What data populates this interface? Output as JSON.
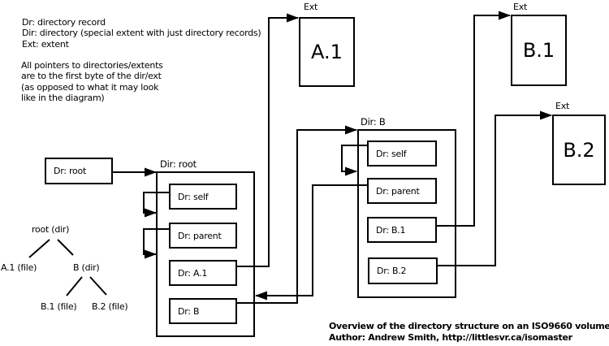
{
  "legend": {
    "line1": "Dr: directory record",
    "line2": "Dir: directory (special extent with just directory records)",
    "line3": "Ext: extent",
    "note1": "All pointers to directories/extents",
    "note2": "are to the first byte of the dir/ext",
    "note3": "(as opposed to what it may look",
    "note4": "like in the diagram)"
  },
  "boxes": {
    "dr_root": "Dr: root",
    "dir_root": {
      "title": "Dir: root",
      "entries": [
        "Dr: self",
        "Dr: parent",
        "Dr: A.1",
        "Dr: B"
      ]
    },
    "dir_b": {
      "title": "Dir: B",
      "entries": [
        "Dr: self",
        "Dr: parent",
        "Dr: B.1",
        "Dr: B.2"
      ]
    },
    "extents": [
      {
        "tag": "Ext",
        "label": "A.1"
      },
      {
        "tag": "Ext",
        "label": "B.1"
      },
      {
        "tag": "Ext",
        "label": "B.2"
      }
    ]
  },
  "tree": {
    "root": "root (dir)",
    "children": [
      "A.1 (file)",
      "B (dir)"
    ],
    "b_children": [
      "B.1 (file)",
      "B.2 (file)"
    ]
  },
  "footer": {
    "title": "Overview of the directory structure on an ISO9660 volume",
    "author": "Author: Andrew Smith, http://littlesvr.ca/isomaster"
  },
  "colors": {
    "line": "#000000",
    "background": "#ffffff",
    "text": "#000000"
  }
}
